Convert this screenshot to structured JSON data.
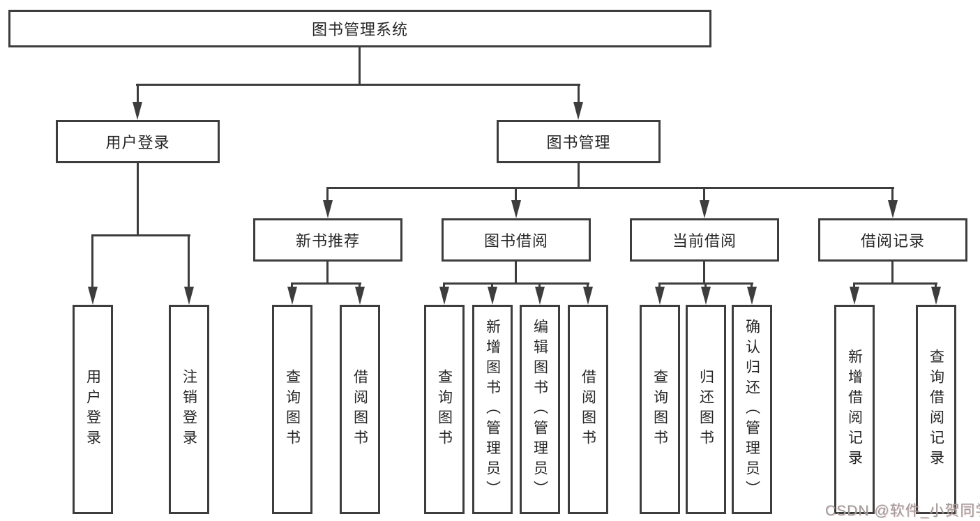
{
  "colors": {
    "line": "#3d3d3d",
    "text": "#262626",
    "box_background": "#ffffff",
    "page_background": "#ffffff",
    "watermark": "#9b9b9b",
    "watermark_accent": "#e79999"
  },
  "watermark": {
    "text": "CSDN @软件_小贺同学"
  },
  "tree": {
    "label": "图书管理系统",
    "children": [
      {
        "label": "用户登录",
        "children": [
          {
            "label": "用户登录"
          },
          {
            "label": "注销登录"
          }
        ]
      },
      {
        "label": "图书管理",
        "children": [
          {
            "label": "新书推荐",
            "children": [
              {
                "label": "查询图书"
              },
              {
                "label": "借阅图书"
              }
            ]
          },
          {
            "label": "图书借阅",
            "children": [
              {
                "label": "查询图书"
              },
              {
                "label": "新增图书（管理员）"
              },
              {
                "label": "编辑图书（管理员）"
              },
              {
                "label": "借阅图书"
              }
            ]
          },
          {
            "label": "当前借阅",
            "children": [
              {
                "label": "查询图书"
              },
              {
                "label": "归还图书"
              },
              {
                "label": "确认归还（管理员）"
              }
            ]
          },
          {
            "label": "借阅记录",
            "children": [
              {
                "label": "新增借阅记录"
              },
              {
                "label": "查询借阅记录"
              }
            ]
          }
        ]
      }
    ]
  }
}
